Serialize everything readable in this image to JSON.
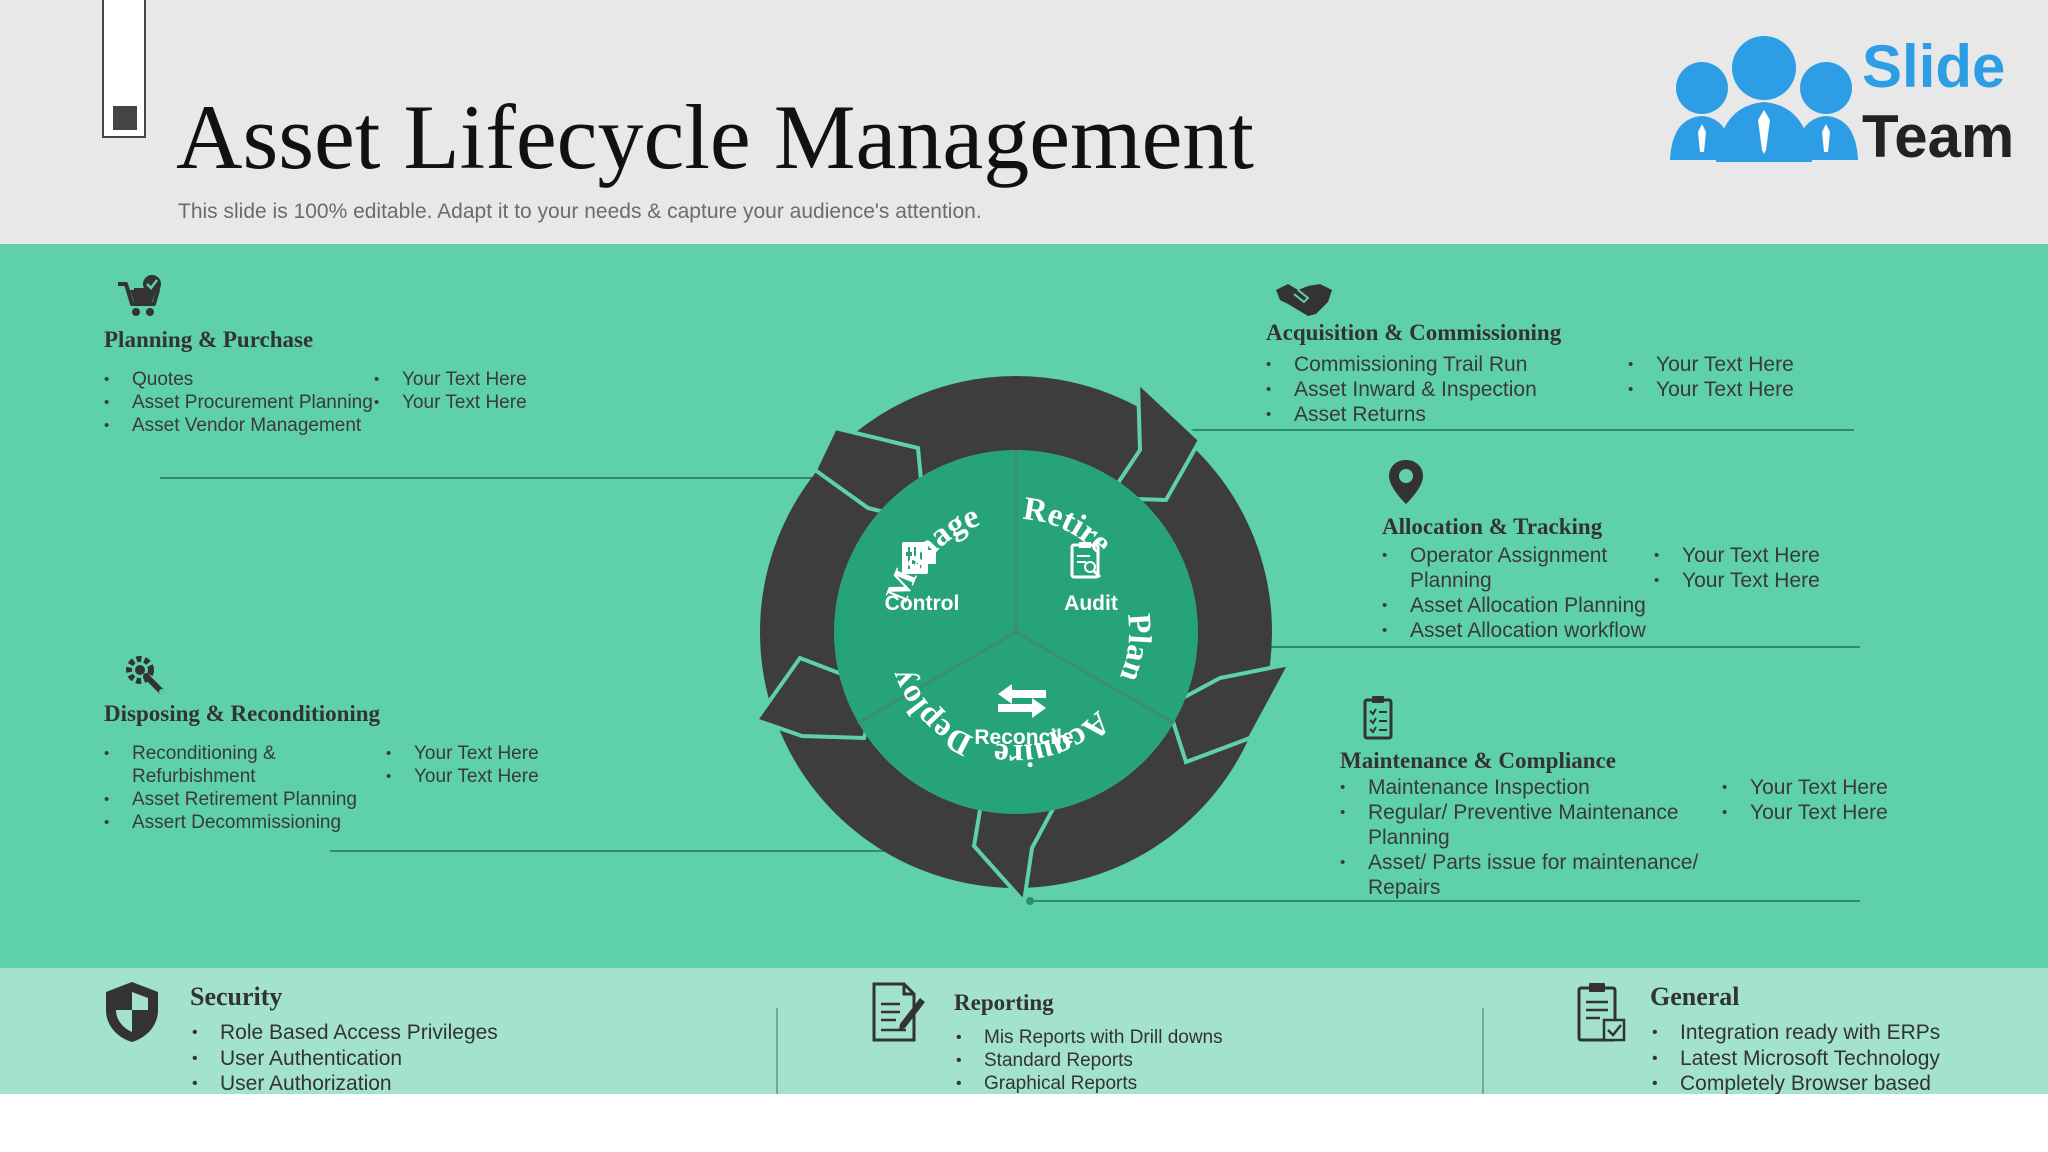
{
  "header": {
    "title": "Asset Lifecycle Management",
    "subtitle": "This slide is 100% editable. Adapt it to your needs & capture your audience's attention."
  },
  "logo": {
    "line1": "Slide",
    "line2": "Team"
  },
  "cycle": {
    "stages": {
      "acquire": "Acquire",
      "deploy": "Deploy",
      "manage": "Manage",
      "retire": "Retire",
      "plan": "Plan"
    },
    "core": {
      "control": "Control",
      "audit": "Audit",
      "reconcile": "Reconcile"
    }
  },
  "sections": {
    "planning": {
      "title": "Planning & Purchase",
      "col1": [
        "Quotes",
        "Asset Procurement Planning",
        "Asset Vendor Management"
      ],
      "col2": [
        "Your Text Here",
        "Your Text Here"
      ]
    },
    "disposing": {
      "title": "Disposing & Reconditioning",
      "col1": [
        "Reconditioning & Refurbishment",
        "Asset Retirement Planning",
        "Assert Decommissioning"
      ],
      "col2": [
        "Your Text Here",
        "Your Text Here"
      ]
    },
    "acquisition": {
      "title": "Acquisition & Commissioning",
      "col1": [
        "Commissioning Trail Run",
        "Asset Inward & Inspection",
        "Asset Returns"
      ],
      "col2": [
        "Your Text Here",
        "Your Text Here"
      ]
    },
    "allocation": {
      "title": "Allocation & Tracking",
      "col1": [
        "Operator Assignment Planning",
        "Asset Allocation Planning",
        "Asset Allocation workflow"
      ],
      "col2": [
        "Your Text Here",
        "Your Text Here"
      ]
    },
    "maintenance": {
      "title": "Maintenance & Compliance",
      "col1": [
        "Maintenance Inspection",
        "Regular/ Preventive Maintenance Planning",
        "Asset/ Parts issue for maintenance/ Repairs"
      ],
      "col2": [
        "Your Text Here",
        "Your Text Here"
      ]
    }
  },
  "footer": {
    "security": {
      "title": "Security",
      "items": [
        "Role Based Access Privileges",
        "User Authentication",
        "User Authorization"
      ]
    },
    "reporting": {
      "title": "Reporting",
      "items": [
        "Mis Reports with Drill downs",
        "Standard Reports",
        "Graphical Reports"
      ]
    },
    "general": {
      "title": "General",
      "items": [
        "Integration ready with ERPs",
        "Latest Microsoft Technology",
        "Completely Browser based"
      ]
    }
  },
  "colors": {
    "header_bg": "#e8e8e8",
    "main_bg": "#5fd1a9",
    "footer_bg": "#a3e3cc",
    "ring": "#3d3d3f",
    "core": "#27a37b",
    "logo_blue": "#2d9ee6"
  }
}
